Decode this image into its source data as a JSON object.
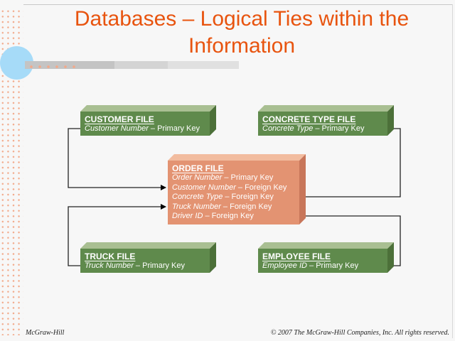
{
  "slide": {
    "title": "Databases – Logical Ties within the Information"
  },
  "boxes": {
    "customer": {
      "title": "CUSTOMER FILE",
      "rows": [
        {
          "field": "Customer Number",
          "key": " – Primary Key"
        }
      ]
    },
    "concrete": {
      "title": "CONCRETE TYPE FILE",
      "rows": [
        {
          "field": "Concrete Type",
          "key": " – Primary Key"
        }
      ]
    },
    "order": {
      "title": "ORDER FILE",
      "rows": [
        {
          "field": "Order Number",
          "key": " – Primary Key"
        },
        {
          "field": "Customer Number",
          "key": " – Foreign Key"
        },
        {
          "field": "Concrete Type",
          "key": " – Foreign Key"
        },
        {
          "field": "Truck Number",
          "key": " – Foreign Key"
        },
        {
          "field": "Driver ID",
          "key": " – Foreign Key"
        }
      ]
    },
    "truck": {
      "title": "TRUCK FILE",
      "rows": [
        {
          "field": "Truck Number",
          "key": " – Primary Key"
        }
      ]
    },
    "employee": {
      "title": "EMPLOYEE FILE",
      "rows": [
        {
          "field": "Employee ID",
          "key": " – Primary Key"
        }
      ]
    }
  },
  "connections": [
    {
      "from": "CUSTOMER FILE: Customer Number",
      "to": "ORDER FILE: Customer Number"
    },
    {
      "from": "CONCRETE TYPE FILE: Concrete Type",
      "to": "ORDER FILE: Concrete Type"
    },
    {
      "from": "TRUCK FILE: Truck Number",
      "to": "ORDER FILE: Truck Number"
    },
    {
      "from": "EMPLOYEE FILE: Employee ID",
      "to": "ORDER FILE: Driver ID"
    }
  ],
  "colors": {
    "title": "#e8540f",
    "green_box": "#5f8a4c",
    "orange_box": "#e39372",
    "accent_circle": "#a6dbf8"
  },
  "footer": {
    "left": "McGraw-Hill",
    "right": "© 2007 The McGraw-Hill Companies, Inc. All rights reserved."
  }
}
